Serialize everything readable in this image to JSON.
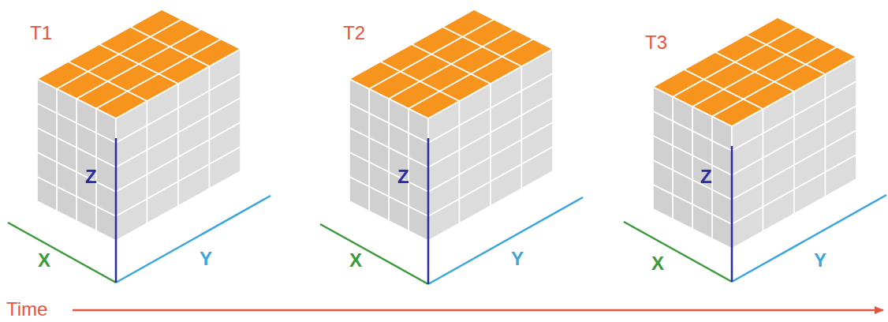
{
  "diagram": {
    "labels": [
      "T1",
      "Z",
      "X",
      "Y",
      "T2",
      "Z",
      "X",
      "Y",
      "T3",
      "Z",
      "X",
      "Y",
      "Time"
    ]
  }
}
